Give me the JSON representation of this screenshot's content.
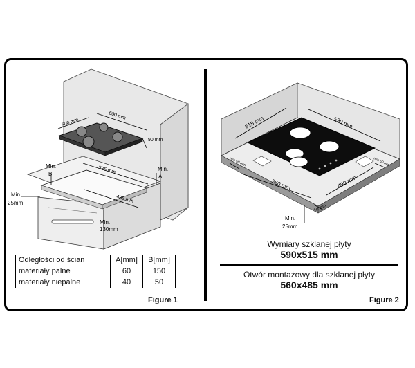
{
  "figure1": {
    "caption": "Figure 1",
    "dims": {
      "d500": "500 mm",
      "d600": "600 mm",
      "d90": "90 mm",
      "d585": "585 mm",
      "d485": "485 mm",
      "minB_1": "Min.",
      "minB_2": "B",
      "minA_1": "Min.",
      "minA_2": "A",
      "min25_1": "Min.",
      "min25_2": "25mm",
      "min130_1": "Min.",
      "min130_2": "130mm"
    },
    "table": {
      "header": [
        "Odległości od ścian",
        "A[mm]",
        "B[mm]"
      ],
      "rows": [
        [
          "materiały palne",
          "60",
          "150"
        ],
        [
          "materiały niepalne",
          "40",
          "50"
        ]
      ]
    }
  },
  "figure2": {
    "caption": "Figure 2",
    "dims": {
      "d515": "515 mm",
      "d590": "590 mm",
      "d560": "560 mm",
      "d490": "490 mm",
      "dMin50": "min 50 mm",
      "dMin50b": "min 50 mm",
      "d50": "50 mm",
      "min25_1": "Min.",
      "min25_2": "25mm"
    },
    "glass_caption": "Wymiary szklanej płyty",
    "glass_size": "590x515 mm",
    "hole_caption": "Otwór montażowy dla szklanej płyty",
    "hole_size": "560x485 mm"
  }
}
